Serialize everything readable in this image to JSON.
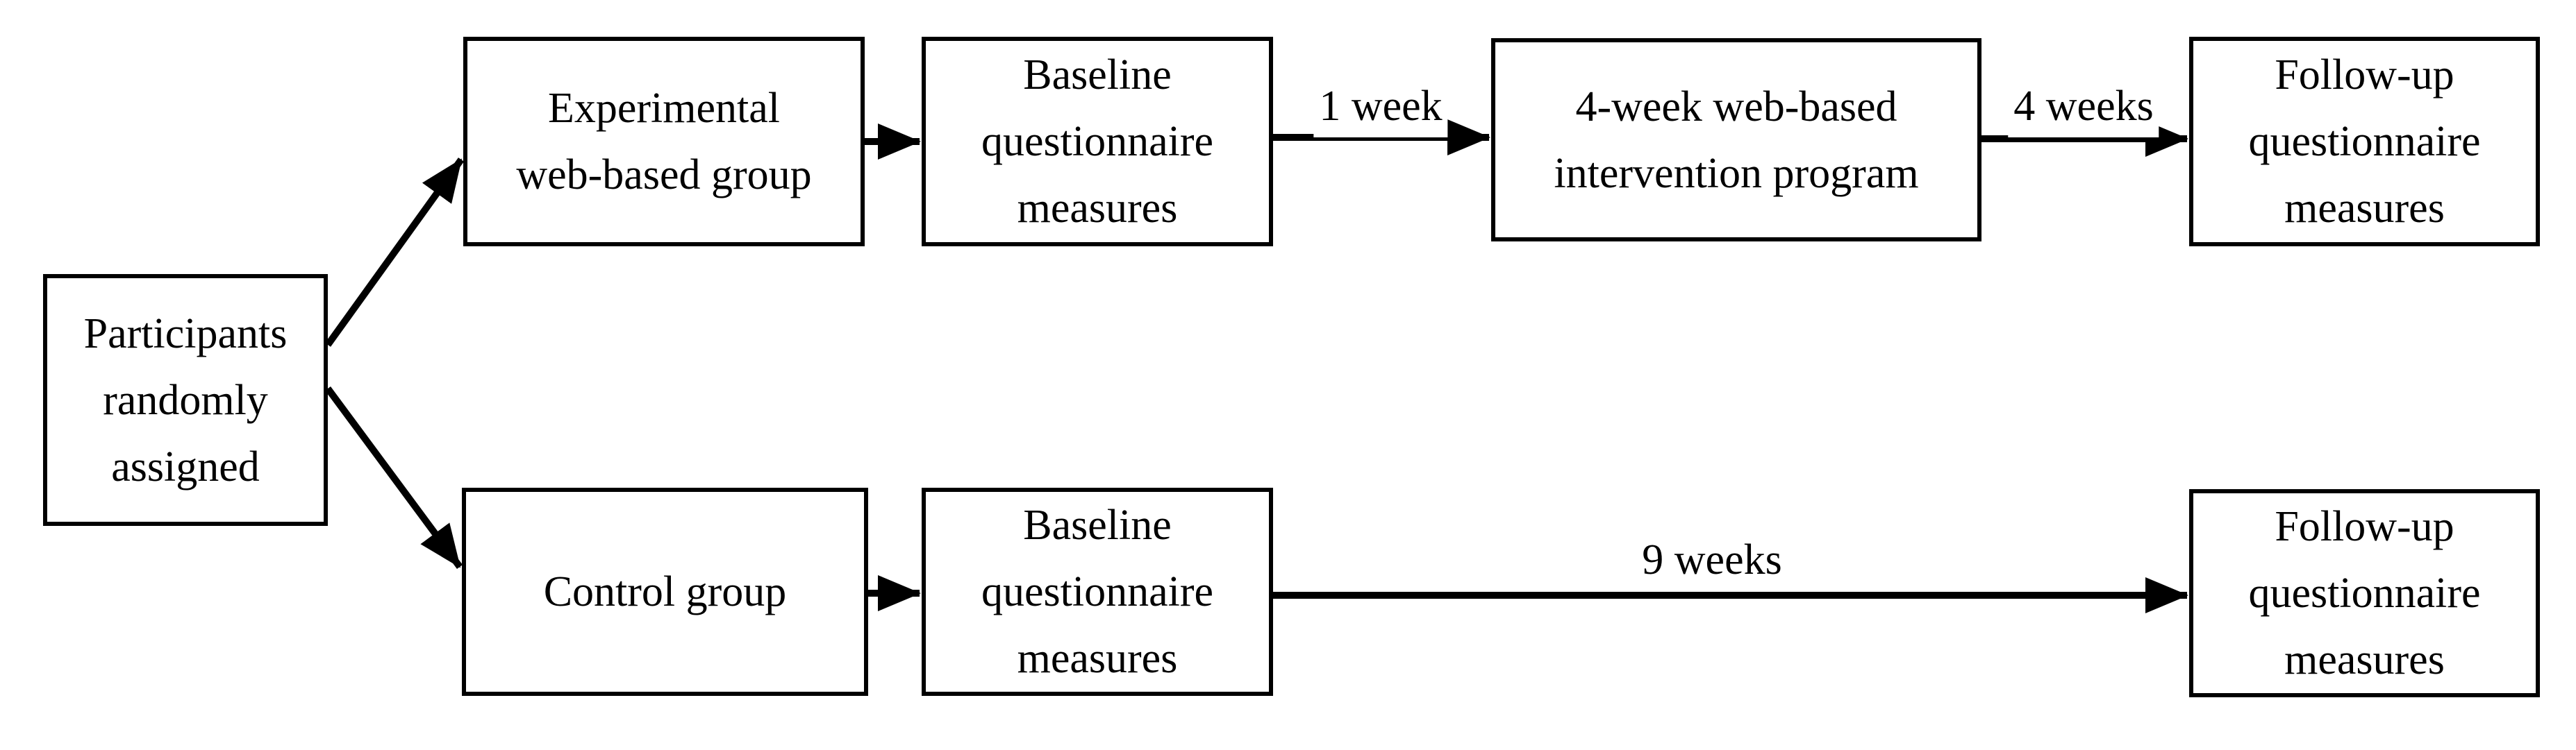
{
  "nodes": {
    "participants": {
      "lines": [
        "Participants",
        "randomly",
        "assigned"
      ]
    },
    "experimental_group": {
      "lines": [
        "Experimental",
        "web-based group"
      ]
    },
    "baseline_top": {
      "lines": [
        "Baseline",
        "questionnaire",
        "measures"
      ]
    },
    "intervention": {
      "lines": [
        "4-week web-based",
        "intervention program"
      ]
    },
    "followup_top": {
      "lines": [
        "Follow-up",
        "questionnaire",
        "measures"
      ]
    },
    "control_group": {
      "lines": [
        "Control group"
      ]
    },
    "baseline_bottom": {
      "lines": [
        "Baseline",
        "questionnaire",
        "measures"
      ]
    },
    "followup_bottom": {
      "lines": [
        "Follow-up",
        "questionnaire",
        "measures"
      ]
    }
  },
  "edge_labels": {
    "baseline_to_intervention": "1 week",
    "intervention_to_followup": "4 weeks",
    "baseline_to_followup_control": "9 weeks"
  },
  "colors": {
    "line": "#000000",
    "text": "#000000",
    "background": "#ffffff"
  }
}
